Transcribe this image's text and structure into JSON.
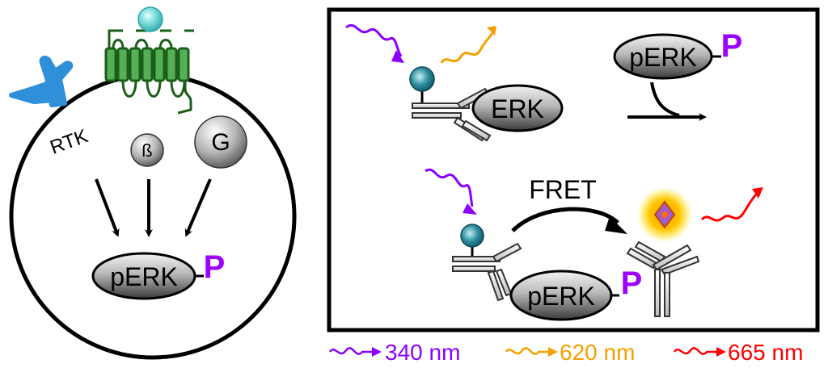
{
  "cell": {
    "receptor_label": "RTK",
    "beta_label": "ß",
    "g_label": "G",
    "perk_label": "pERK",
    "phospho_label": "P"
  },
  "assay": {
    "erk_label": "ERK",
    "perk_top_label": "pERK",
    "phospho_top_label": "P",
    "fret_label": "FRET",
    "perk_bottom_label": "pERK",
    "phospho_bottom_label": "P"
  },
  "legend": [
    {
      "label": "340 nm",
      "color": "#8b00ff"
    },
    {
      "label": "620 nm",
      "color": "#f5a000"
    },
    {
      "label": "665 nm",
      "color": "#ff0000"
    }
  ],
  "colors": {
    "purple": "#9d00ff",
    "orange": "#f5a000",
    "red": "#ff0000",
    "receptor_blue": "#2f8fd8",
    "gpcr_green": "#1a5e1a"
  }
}
